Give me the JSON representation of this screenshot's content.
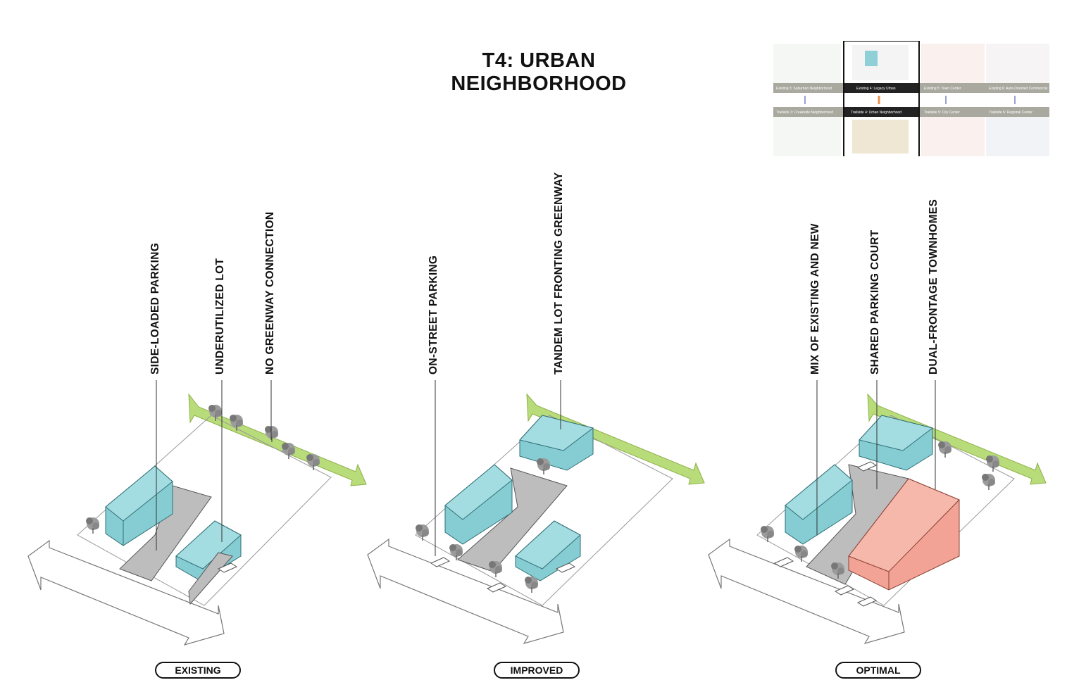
{
  "title": "T4: URBAN NEIGHBORHOOD",
  "colors": {
    "building_existing": "#86cdd3",
    "building_new": "#f2a395",
    "greenway": "#b8dc7a",
    "pavement": "#bdbdbd"
  },
  "key_map": {
    "top_row": [
      "Existing 3: Suburban Neighborhood",
      "Existing 4: Legacy Urban",
      "Existing 5: Town Center",
      "Existing 6: Auto-Oriented Commercial"
    ],
    "bottom_row": [
      "Trailside 3: Creekside Neighborhood",
      "Trailside 4: Urban Neighborhood",
      "Trailside 5: City Center",
      "Trailside 6: Regional Center"
    ],
    "highlighted_column": 1
  },
  "panels": [
    {
      "label": "EXISTING",
      "callouts": [
        "SIDE-LOADED PARKING",
        "UNDERUTILIZED LOT",
        "NO GREENWAY CONNECTION"
      ]
    },
    {
      "label": "IMPROVED",
      "callouts": [
        "ON-STREET PARKING",
        "TANDEM LOT FRONTING GREENWAY"
      ]
    },
    {
      "label": "OPTIMAL",
      "callouts": [
        "MIX OF EXISTING AND NEW",
        "SHARED PARKING COURT",
        "DUAL-FRONTAGE TOWNHOMES"
      ]
    }
  ]
}
